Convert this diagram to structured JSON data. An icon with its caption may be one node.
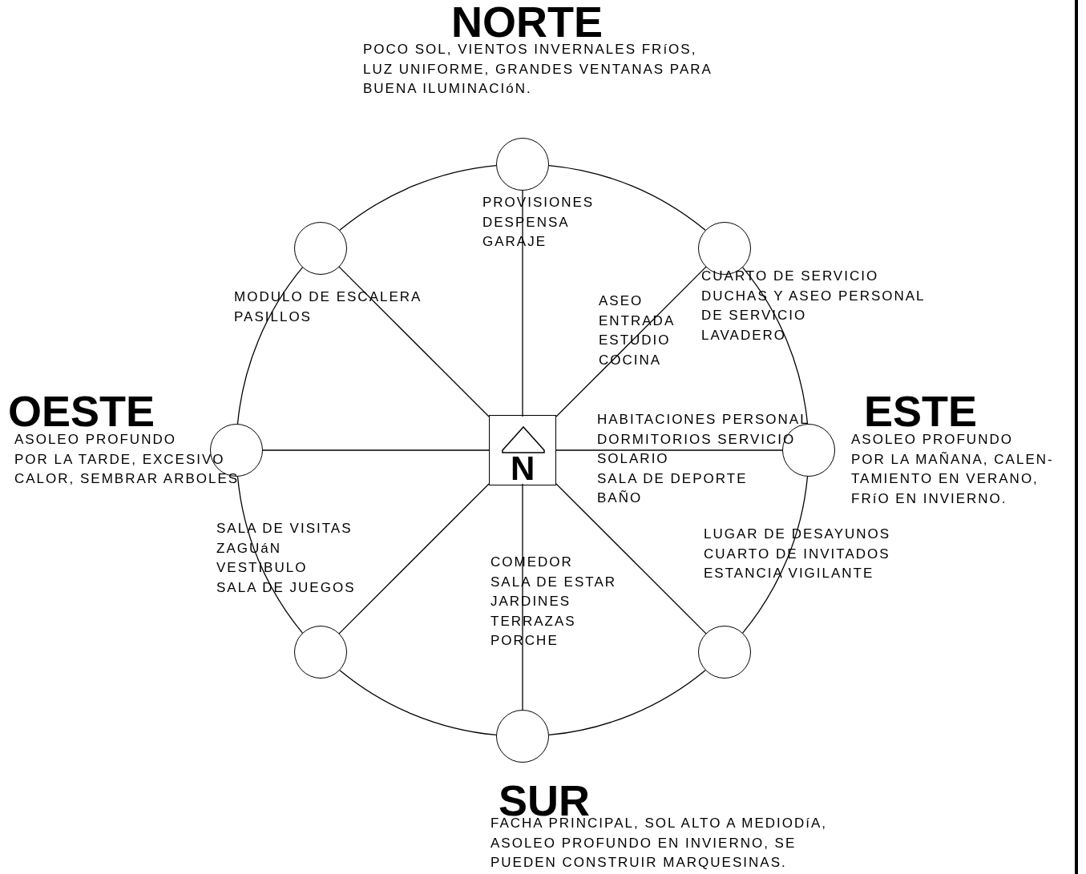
{
  "diagram": {
    "nodes": [
      {
        "text": [],
        "shape": "circle"
      },
      {
        "text": [],
        "shape": "circle"
      },
      {
        "text": [],
        "shape": "circle"
      },
      {
        "text": [],
        "shape": "circle"
      },
      {
        "text": [
          "N"
        ]
      },
      {
        "text": [],
        "shape": "circle"
      },
      {
        "text": [],
        "shape": "circle"
      },
      {
        "text": [],
        "shape": "circle"
      },
      {
        "text": [],
        "shape": "circle"
      }
    ],
    "edges": [
      {
        "from": 4,
        "to": 0,
        "arrow": "none"
      },
      {
        "from": 4,
        "to": 1,
        "arrow": "none"
      },
      {
        "from": 4,
        "to": 2,
        "arrow": "none"
      },
      {
        "from": 4,
        "to": 3,
        "arrow": "none"
      },
      {
        "from": 4,
        "to": 5,
        "arrow": "none"
      },
      {
        "from": 4,
        "to": 6,
        "arrow": "none"
      },
      {
        "from": 4,
        "to": 7,
        "arrow": "none"
      },
      {
        "from": 4,
        "to": 8,
        "arrow": "none"
      },
      {
        "from": 0,
        "to": 2,
        "arrow": "none"
      },
      {
        "from": 2,
        "to": 5,
        "arrow": "none"
      },
      {
        "from": 5,
        "to": 7,
        "arrow": "none"
      },
      {
        "from": 7,
        "to": 8,
        "arrow": "none"
      },
      {
        "from": 8,
        "to": 6,
        "arrow": "none"
      },
      {
        "from": 6,
        "to": 3,
        "arrow": "none"
      },
      {
        "from": 3,
        "to": 1,
        "arrow": "none"
      },
      {
        "from": 1,
        "to": 0,
        "arrow": "none"
      }
    ],
    "labels": [
      "NORTE",
      "POCO SOL, VIENTOS INVERNALES FRíOS, LUZ UNIFORME, GRANDES VENTANAS PARA BUENA ILUMINACIóN.",
      "PROVISIONES",
      "DESPENSA",
      "GARAJE",
      "CUARTO DE SERVICIO",
      "DUCHAS Y ASEO PERSONAL DE SERVICIO",
      "LAVADERO",
      "MODULO DE ESCALERA",
      "PASILLOS",
      "ASEO",
      "ENTRADA",
      "ESTUDIO",
      "COCINA",
      "OESTE",
      "ASOLEO PROFUNDO POR LA TARDE, EXCESIVO CALOR, SEMBRAR ARBOLES",
      "ESTE",
      "ASOLEO PROFUNDO POR LA MAÑANA, CALEN- TAMIENTO EN VERANO, FRíO EN INVIERNO.",
      "HABITACIONES PERSONAL",
      "DORMITORIOS SERVICIO",
      "SOLARIO",
      "SALA DE DEPORTE",
      "BAÑO",
      "SALA DE VISITAS",
      "ZAGUáN",
      "VESTIBULO",
      "SALA DE JUEGOS",
      "LUGAR DE DESAYUNOS",
      "CUARTO DE INVITADOS",
      "ESTANCIA VIGILANTE",
      "COMEDOR",
      "SALA DE ESTAR",
      "JARDINES",
      "TERRAZAS",
      "PORCHE",
      "SUR",
      "FACHA PRINCIPAL, SOL ALTO A MEDIODíA, ASOLEO PROFUNDO EN INVIERNO, SE PUEDEN CONSTRUIR MARQUESINAS."
    ]
  }
}
